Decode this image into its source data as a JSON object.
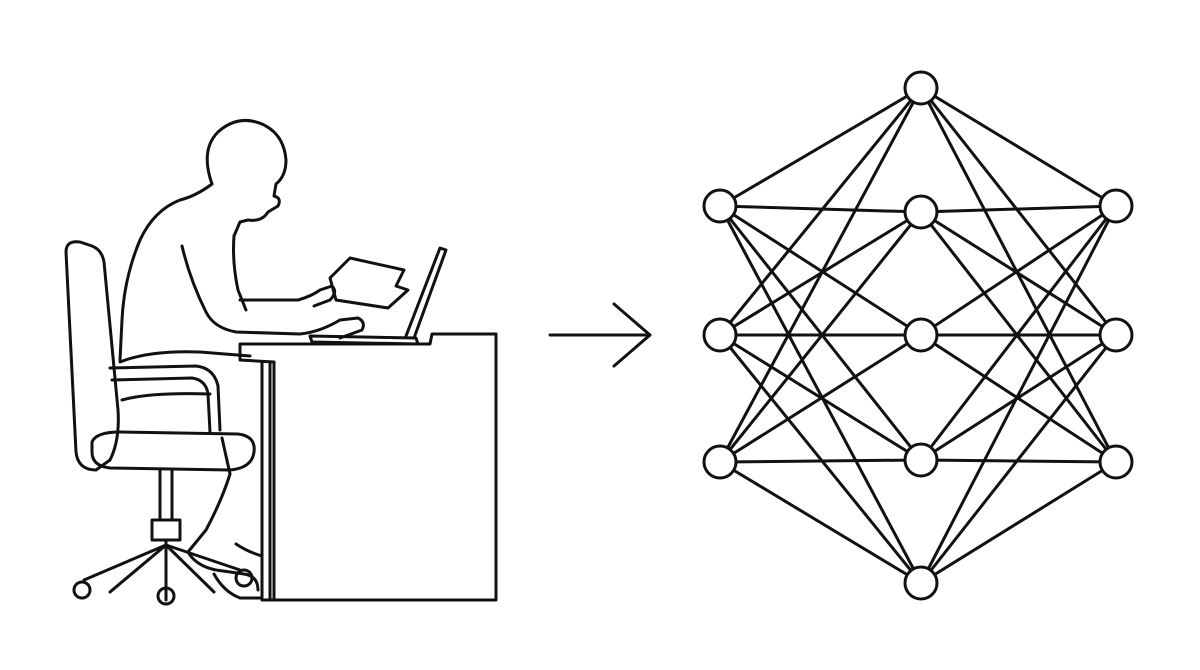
{
  "illustration": {
    "left_figure": "person-at-desk-with-laptop",
    "connector": "right-arrow-icon",
    "right_figure": "neural-network"
  },
  "colors": {
    "ink": "#111111",
    "background": "#ffffff",
    "node_fill": "#ffffff"
  },
  "network": {
    "layers": [
      {
        "name": "input-layer",
        "node_count": 3
      },
      {
        "name": "hidden-layer",
        "node_count": 5
      },
      {
        "name": "output-layer",
        "node_count": 3
      }
    ],
    "fully_connected": true
  }
}
